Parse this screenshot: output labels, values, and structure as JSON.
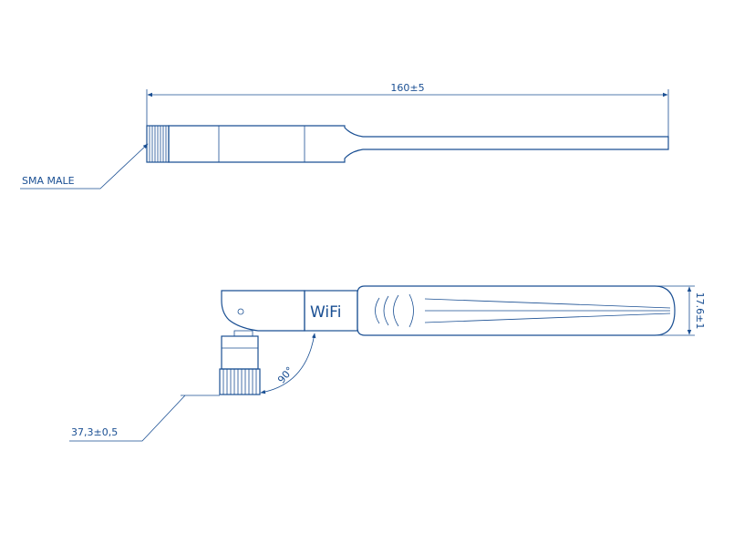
{
  "top_view": {
    "length_dimension": "160±5",
    "connector_label": "SMA MALE"
  },
  "side_view": {
    "brand_text": "WiFi",
    "angle_label": "90°",
    "width_dimension": "17.6±1",
    "height_dimension": "37,3±0,5"
  },
  "colors": {
    "line": "#1a4f93",
    "background": "#ffffff"
  }
}
